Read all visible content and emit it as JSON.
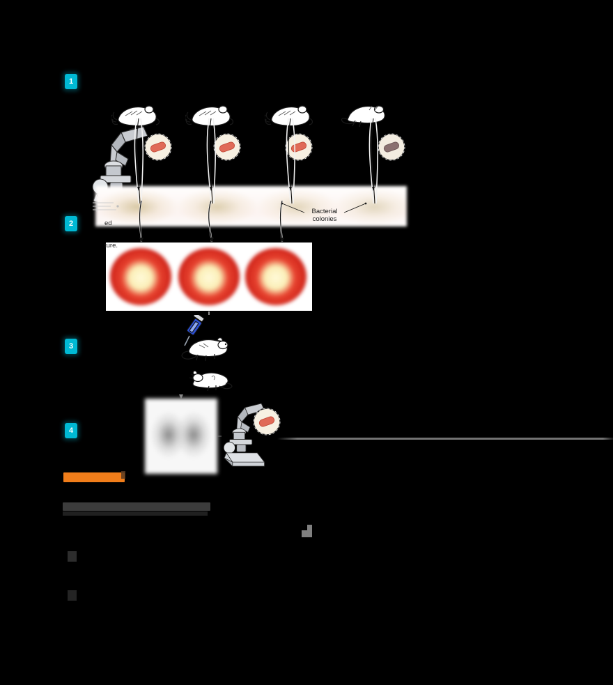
{
  "figure": {
    "background_color": "#000000",
    "title_visible": false,
    "accent_color": "#00b9d4",
    "highlight_color": "#f07d1a"
  },
  "steps": [
    {
      "number": "1",
      "name": "step-1-isolate"
    },
    {
      "number": "2",
      "name": "step-2-culture"
    },
    {
      "number": "3",
      "name": "step-3-inoculate"
    },
    {
      "number": "4",
      "name": "step-4-reisolate"
    }
  ],
  "annotations": {
    "bacterial_colonies": "Bacterial\ncolonies"
  },
  "clipped_captions": {
    "line_a": "ed",
    "line_b": "ture."
  },
  "step1": {
    "mice": [
      {
        "id": "mouse-1",
        "posture": "standing",
        "inset_bacterium_color": "#e06a58",
        "inset_label": ""
      },
      {
        "id": "mouse-2",
        "posture": "standing",
        "inset_bacterium_color": "#e06a58",
        "inset_label": ""
      },
      {
        "id": "mouse-3",
        "posture": "standing",
        "inset_bacterium_color": "#e06a58",
        "inset_label": ""
      },
      {
        "id": "mouse-4",
        "posture": "lying-dead",
        "inset_bacterium_color": "#8a7070",
        "inset_label": ""
      }
    ],
    "microscope_present": true
  },
  "step2": {
    "colony_plates_count": 4,
    "culture_photos_count": 3
  },
  "step3": {
    "syringe_color": "#2b4fd0",
    "mouse_injected": "healthy-mouse",
    "mouse_result": "dead-mouse"
  },
  "step4": {
    "tissue_sample_visible": true,
    "microscope_present": true,
    "inset_bacterium_color": "#e06a58"
  },
  "markers": {
    "mini_box_1": "",
    "mini_box_2": "",
    "cursor_glyph": ""
  }
}
